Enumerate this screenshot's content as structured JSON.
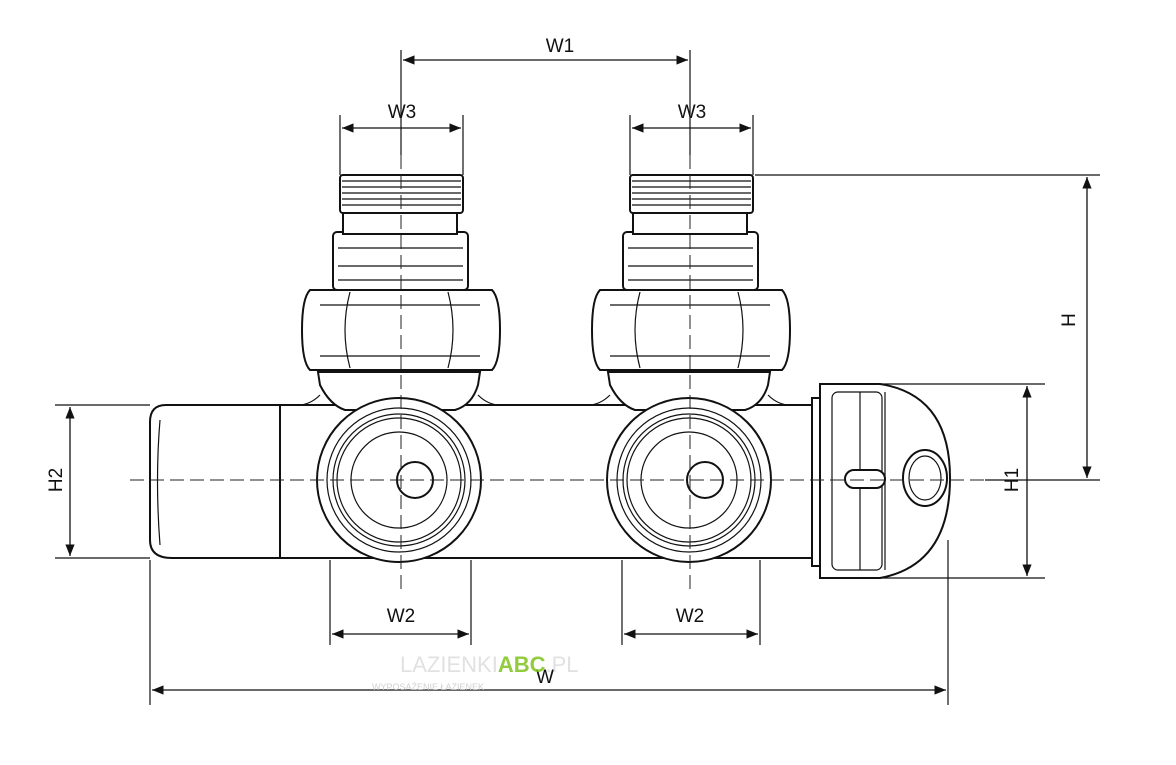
{
  "diagram": {
    "labels": {
      "w1": "W1",
      "w3_left": "W3",
      "w3_right": "W3",
      "w2_left": "W2",
      "w2_right": "W2",
      "w": "W",
      "h": "H",
      "h1": "H1",
      "h2": "H2"
    },
    "watermark": {
      "prefix": "LAZIENKI",
      "brand": "ABC",
      "suffix": ".PL",
      "tagline": "WYPOSAŻENIE ŁAZIENEK",
      "brand_color": "#7fc21c"
    },
    "colors": {
      "line": "#111111",
      "background": "#ffffff"
    }
  }
}
